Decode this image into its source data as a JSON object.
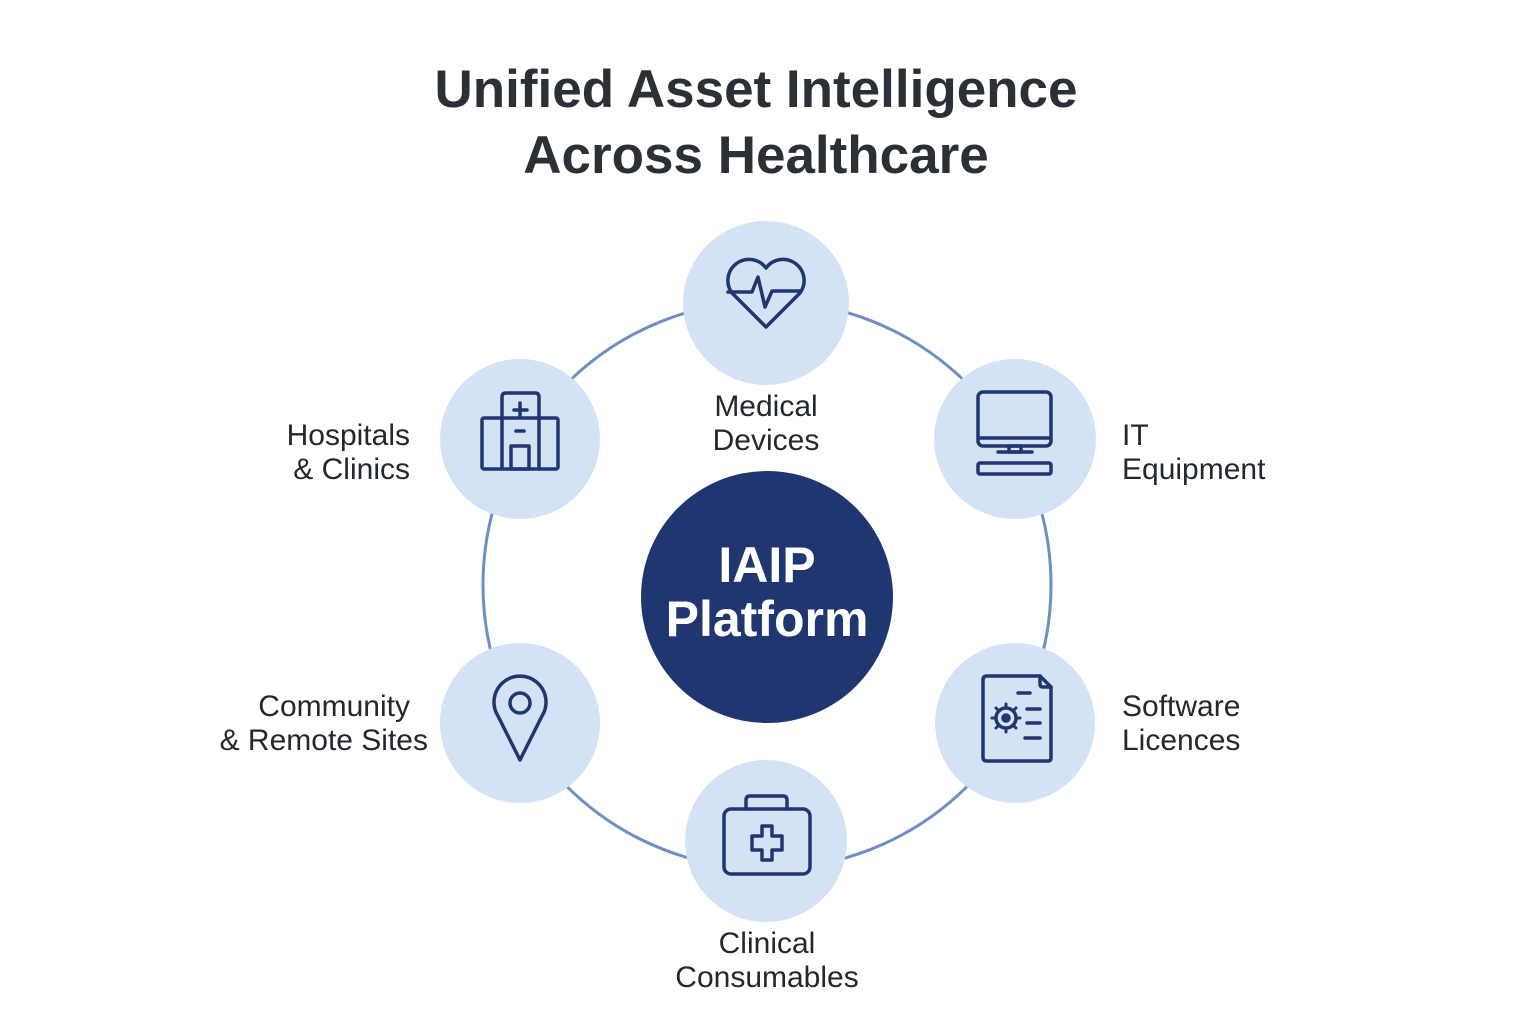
{
  "title": {
    "line1": "Unified Asset Intelligence",
    "line2": "Across Healthcare"
  },
  "center": {
    "line1": "IAIP",
    "line2": "Platform"
  },
  "nodes": [
    {
      "icon": "heart-pulse-icon",
      "line1": "Medical",
      "line2": "Devices"
    },
    {
      "icon": "monitor-icon",
      "line1": "IT",
      "line2": "Equipment"
    },
    {
      "icon": "document-gear-icon",
      "line1": "Software",
      "line2": "Licences"
    },
    {
      "icon": "first-aid-kit-icon",
      "line1": "Clinical",
      "line2": "Consumables"
    },
    {
      "icon": "location-pin-icon",
      "line1": "Community",
      "line2": "& Remote Sites"
    },
    {
      "icon": "hospital-icon",
      "line1": "Hospitals",
      "line2": "& Clinics"
    }
  ],
  "colors": {
    "ring": "#6f8fc4",
    "node_fill": "#d3e2f4",
    "center_fill": "#1f3670",
    "icon_stroke": "#1f3670"
  }
}
